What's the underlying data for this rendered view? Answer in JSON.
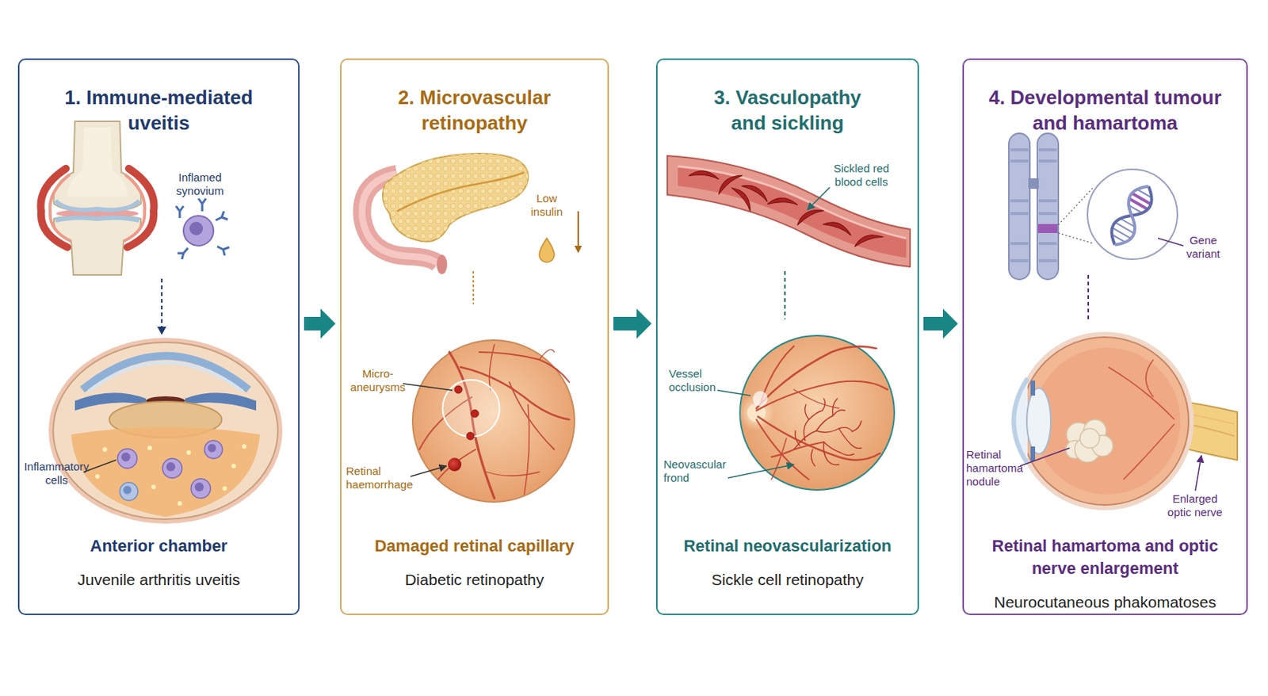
{
  "diagram": {
    "nodes": [
      {
        "text": [
          "1. Immune-mediated uveitis",
          "Anterior chamber",
          "Juvenile arthritis uveitis"
        ]
      },
      {
        "text": [
          "2. Microvascular retinopathy",
          "Damaged retinal capillary",
          "Diabetic retinopathy"
        ]
      },
      {
        "text": [
          "3. Vasculopathy and sickling",
          "Retinal neovascularization",
          "Sickle cell retinopathy"
        ]
      },
      {
        "text": [
          "4. Developmental tumour and hamartoma",
          "Retinal hamartoma and optic nerve enlargement",
          "Neurocutaneous phakomatoses"
        ]
      }
    ],
    "edges": [
      {
        "from": 0,
        "to": 1,
        "arrow": "to"
      },
      {
        "from": 1,
        "to": 2,
        "arrow": "to"
      },
      {
        "from": 2,
        "to": 3,
        "arrow": "to"
      }
    ],
    "labels": [
      "Inflamed synovium",
      "Inflammatory cells",
      "Low insulin",
      "Micro- aneurysms",
      "Retinal haemorrhage",
      "Sickled red blood cells",
      "Vessel occlusion",
      "Neovascular frond",
      "Gene variant",
      "Retinal hamartoma nodule",
      "Enlarged optic nerve"
    ]
  }
}
